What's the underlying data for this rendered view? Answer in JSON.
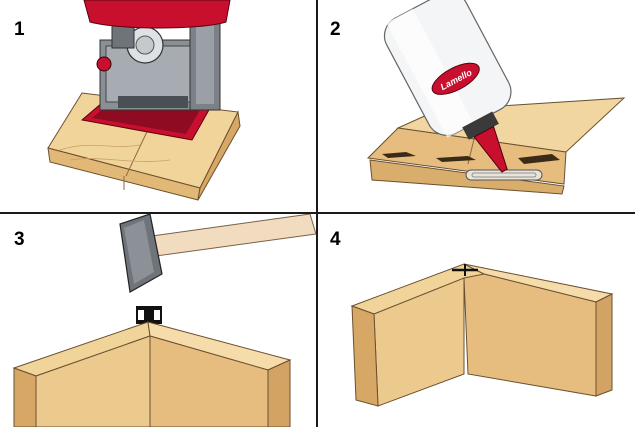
{
  "steps": [
    {
      "number": "1",
      "illustration": "biscuit-joiner-cutting-slot-icon"
    },
    {
      "number": "2",
      "illustration": "glue-bottle-filling-slot-icon"
    },
    {
      "number": "3",
      "illustration": "hammer-tapping-connector-icon"
    },
    {
      "number": "4",
      "illustration": "assembled-corner-joint-icon"
    }
  ],
  "glue_bottle": {
    "brand": "Lamello"
  },
  "colors": {
    "wood_light": "#f3d9a6",
    "wood_mid": "#e9c48a",
    "wood_dark": "#d8ad6d",
    "machine_red": "#c8102e",
    "machine_grey": "#8a8f96",
    "handle": "#f2dcc0"
  }
}
